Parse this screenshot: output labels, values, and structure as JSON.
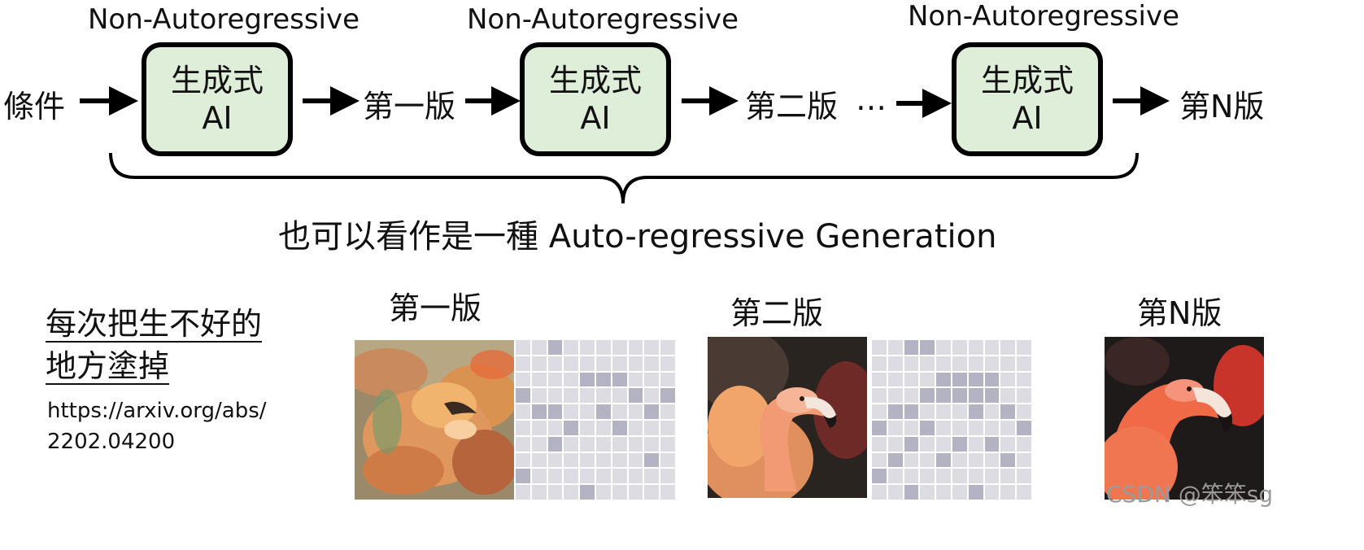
{
  "top_labels": [
    "Non-Autoregressive",
    "Non-Autoregressive",
    "Non-Autoregressive"
  ],
  "box": {
    "line1": "生成式",
    "line2": "AI"
  },
  "flow": {
    "input": "條件",
    "v1": "第一版",
    "v2": "第二版",
    "ellipsis": "…",
    "vn": "第N版"
  },
  "caption": "也可以看作是一種 Auto-regressive Generation",
  "bottom": {
    "note_line1": "每次把生不好的",
    "note_line2": "地方塗掉",
    "url_line1": "https://arxiv.org/abs/",
    "url_line2": "2202.04200",
    "img_titles": [
      "第一版",
      "第二版",
      "第N版"
    ]
  },
  "watermark": "CSDN @笨笨sg",
  "colors": {
    "box_fill": "#dfeed8",
    "mask_light": "#dcdce2",
    "mask_dark": "#b3b3c3"
  }
}
